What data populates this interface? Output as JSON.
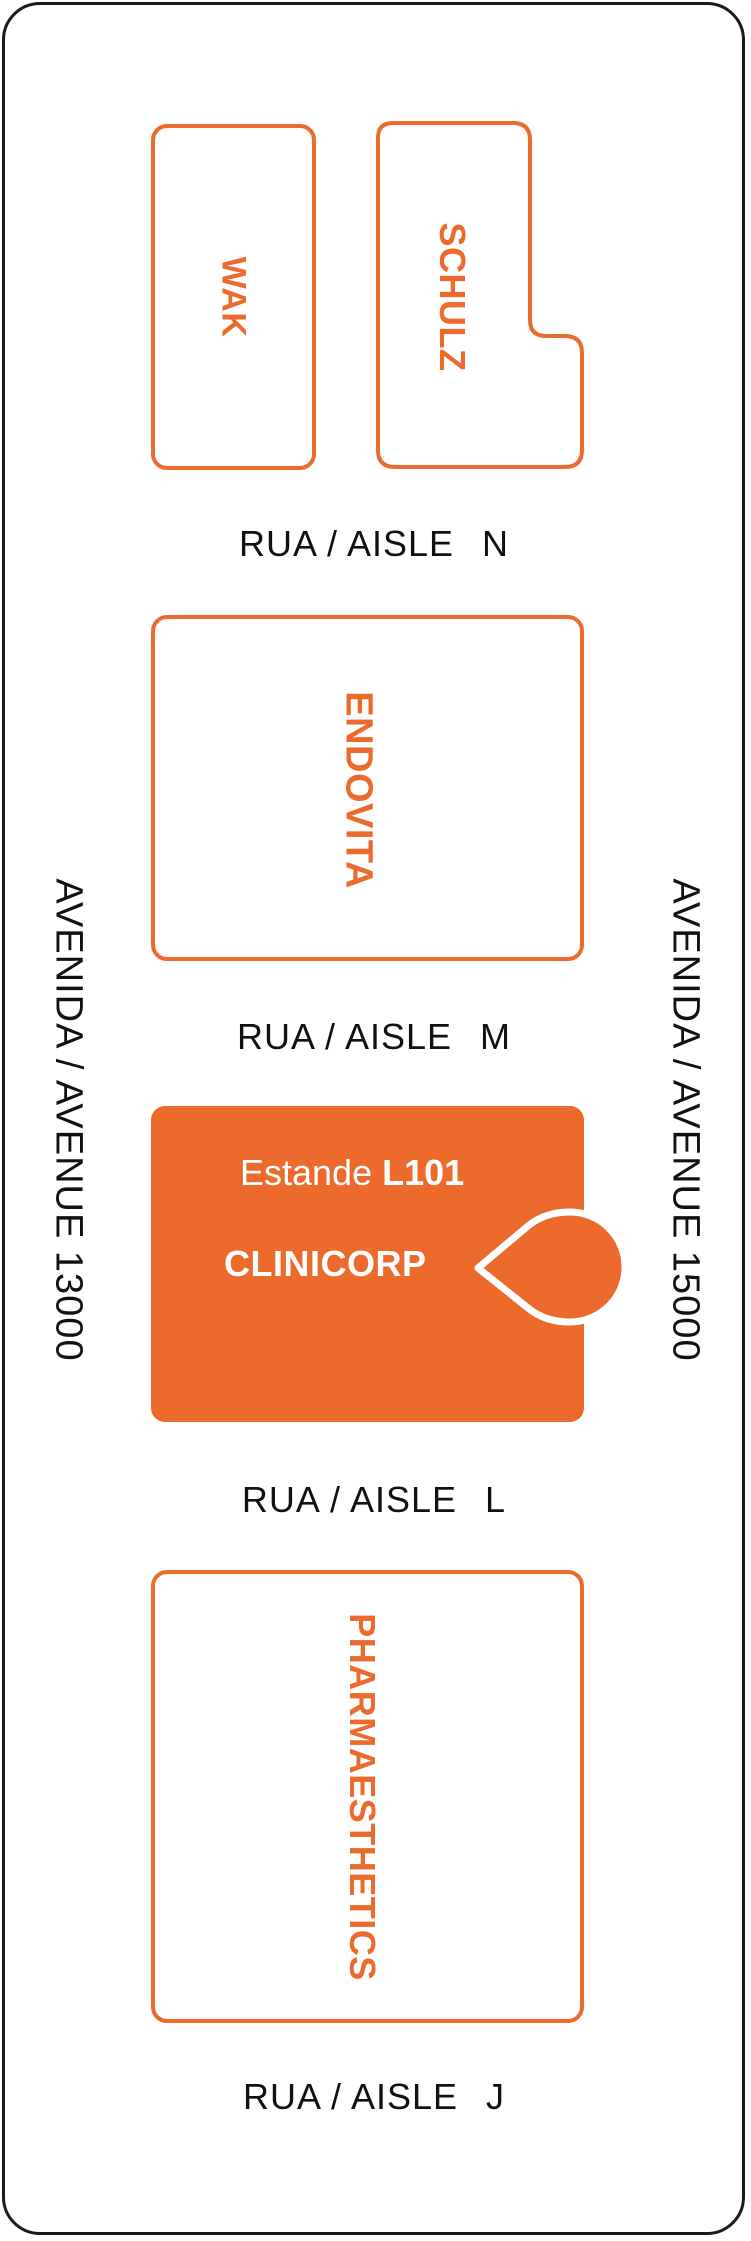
{
  "colors": {
    "accent": "#eb6a2c",
    "text": "#111111",
    "frame": "#1a1a1a"
  },
  "avenues": {
    "left": "AVENIDA / AVENUE 13000",
    "right": "AVENIDA / AVENUE 15000"
  },
  "booths": {
    "wak": "WAK",
    "schulz": "SCHULZ",
    "endovita": "ENDOVITA",
    "pharmaesthetics": "PHARMAESTHETICS"
  },
  "aisles": {
    "n": {
      "label": "RUA / AISLE",
      "letter": "N"
    },
    "m": {
      "label": "RUA / AISLE",
      "letter": "M"
    },
    "l": {
      "label": "RUA / AISLE",
      "letter": "L"
    },
    "j": {
      "label": "RUA / AISLE",
      "letter": "J"
    }
  },
  "highlight": {
    "stand_word": "Estande",
    "stand_code": "L101",
    "exhibitor": "CLINICORP",
    "icon": "map-pin-icon"
  }
}
